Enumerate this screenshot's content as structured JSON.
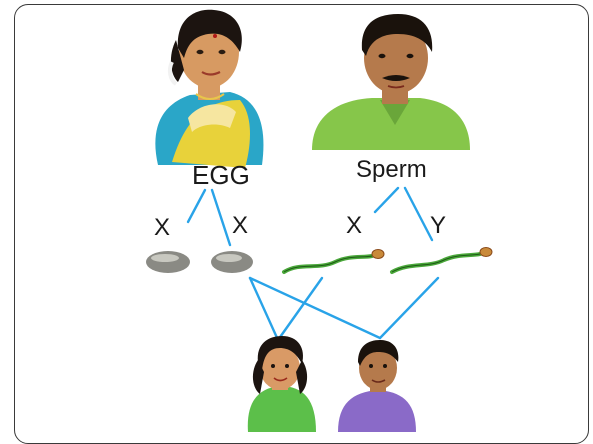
{
  "parents": {
    "mother_label": "EGG",
    "father_label": "Sperm"
  },
  "chromosomes": {
    "egg_1": "X",
    "egg_2": "X",
    "sperm_1": "X",
    "sperm_2": "Y"
  },
  "colors": {
    "line": "#29a3e8",
    "frame": "#3a3a3a"
  }
}
